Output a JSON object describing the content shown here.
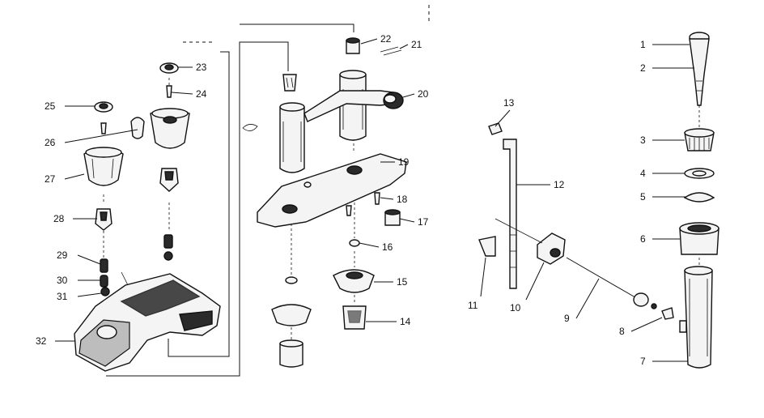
{
  "callouts": [
    {
      "id": "c1",
      "text": "1"
    },
    {
      "id": "c2",
      "text": "2"
    },
    {
      "id": "c3",
      "text": "3"
    },
    {
      "id": "c4",
      "text": "4"
    },
    {
      "id": "c5",
      "text": "5"
    },
    {
      "id": "c6",
      "text": "6"
    },
    {
      "id": "c7",
      "text": "7"
    },
    {
      "id": "c8",
      "text": "8"
    },
    {
      "id": "c9",
      "text": "9"
    },
    {
      "id": "c10",
      "text": "10"
    },
    {
      "id": "c11",
      "text": "11"
    },
    {
      "id": "c12",
      "text": "12"
    },
    {
      "id": "c13",
      "text": "13"
    },
    {
      "id": "c14",
      "text": "14"
    },
    {
      "id": "c15",
      "text": "15"
    },
    {
      "id": "c16",
      "text": "16"
    },
    {
      "id": "c17",
      "text": "17"
    },
    {
      "id": "c18",
      "text": "18"
    },
    {
      "id": "c19",
      "text": "19"
    },
    {
      "id": "c20",
      "text": "20"
    },
    {
      "id": "c21",
      "text": "21"
    },
    {
      "id": "c22",
      "text": "22"
    },
    {
      "id": "c23",
      "text": "23"
    },
    {
      "id": "c24",
      "text": "24"
    },
    {
      "id": "c25",
      "text": "25"
    },
    {
      "id": "c26",
      "text": "26"
    },
    {
      "id": "c27",
      "text": "27"
    },
    {
      "id": "c28",
      "text": "28"
    },
    {
      "id": "c29",
      "text": "29"
    },
    {
      "id": "c30",
      "text": "30"
    },
    {
      "id": "c31",
      "text": "31"
    },
    {
      "id": "c32",
      "text": "32"
    }
  ]
}
